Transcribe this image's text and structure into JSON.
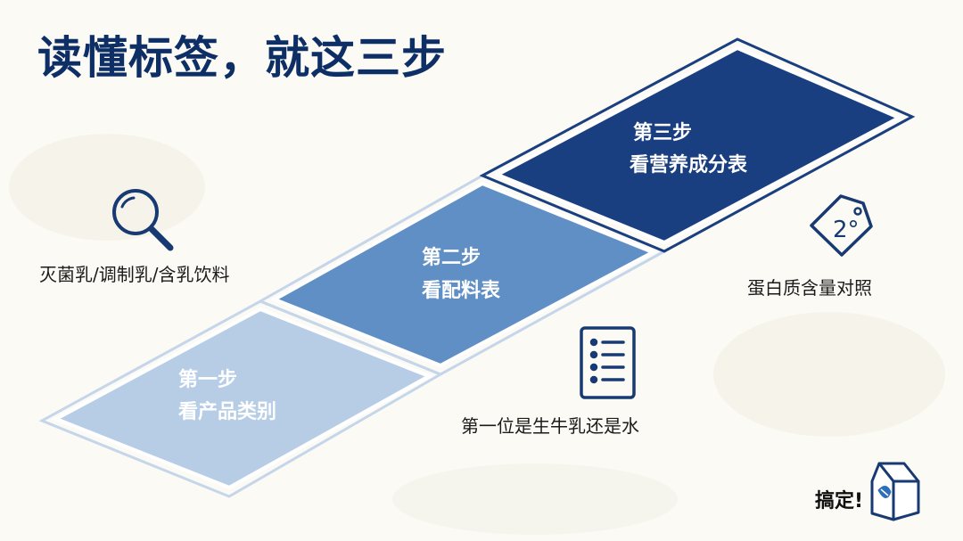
{
  "title": "读懂标签，就这三步",
  "steps": [
    {
      "label": "第一步",
      "action": "看产品类别",
      "tip": "灭菌乳/调制乳/含乳饮料",
      "color": "#b7cde6",
      "text_color": "#ffffff"
    },
    {
      "label": "第二步",
      "action": "看配料表",
      "tip": "第一位是生牛乳还是水",
      "color": "#5f8fc4",
      "text_color": "#ffffff"
    },
    {
      "label": "第三步",
      "action": "看营养成分表",
      "tip": "蛋白质含量对照",
      "color": "#1a3f80",
      "text_color": "#ffffff"
    }
  ],
  "icons": {
    "step1": "magnifier-icon",
    "step2": "checklist-icon",
    "step3": "price-tag-icon",
    "done": "milk-carton-icon"
  },
  "tag_text": "2°",
  "done_text": "搞定!",
  "colors": {
    "title": "#0d2f66",
    "icon_stroke": "#183a72",
    "tile_border": "#ffffff",
    "tile_outline": "#c5d6ea",
    "background": "#fbfaf5"
  }
}
